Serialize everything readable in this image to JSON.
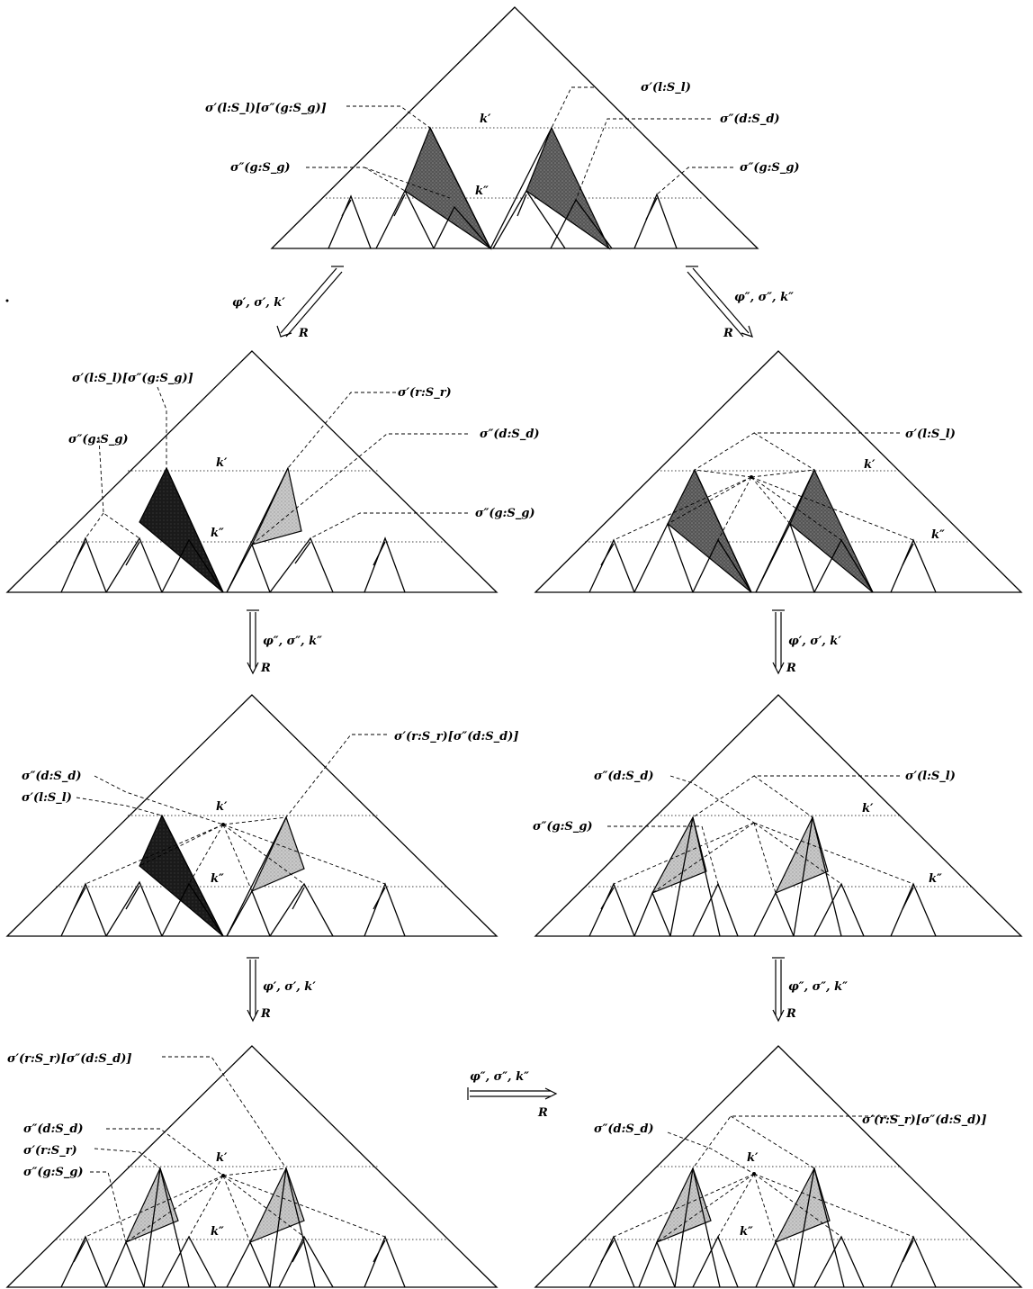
{
  "panels": [
    {
      "id": "p1",
      "k1": "k′",
      "k2": "k″",
      "labels": [
        "σ′(l:S_l)[σ″(g:S_g)]",
        "σ″(g:S_g)",
        "σ′(l:S_l)",
        "σ″(d:S_d)",
        "σ″(g:S_g)"
      ]
    },
    {
      "id": "p2",
      "k1": "k′",
      "k2": "k″",
      "labels": [
        "σ′(l:S_l)[σ″(g:S_g)]",
        "σ″(g:S_g)",
        "σ′(r:S_r)",
        "σ″(d:S_d)",
        "σ″(g:S_g)"
      ]
    },
    {
      "id": "p3",
      "k1": "k′",
      "k2": "k″",
      "labels": [
        "σ′(l:S_l)"
      ]
    },
    {
      "id": "p4",
      "k1": "k′",
      "k2": "k″",
      "labels": [
        "σ′(r:S_r)[σ″(d:S_d)]",
        "σ″(d:S_d)",
        "σ′(l:S_l)"
      ]
    },
    {
      "id": "p5",
      "k1": "k′",
      "k2": "k″",
      "labels": [
        "σ″(d:S_d)",
        "σ′(l:S_l)",
        "σ″(g:S_g)"
      ]
    },
    {
      "id": "p6",
      "k1": "k′",
      "k2": "k″",
      "labels": [
        "σ′(r:S_r)[σ″(d:S_d)]",
        "σ″(d:S_d)",
        "σ′(r:S_r)",
        "σ″(g:S_g)"
      ]
    },
    {
      "id": "p7",
      "k1": "k′",
      "k2": "k″",
      "labels": [
        "σ″(d:S_d)",
        "σ′(r:S_r)[σ″(d:S_d)]"
      ]
    }
  ],
  "arrows": [
    {
      "label": "φ′, σ′, k′",
      "rel": "R"
    },
    {
      "label": "φ″, σ″, k″",
      "rel": "R"
    },
    {
      "label": "φ″, σ″, k″",
      "rel": "R"
    },
    {
      "label": "φ′, σ′, k′",
      "rel": "R"
    },
    {
      "label": "φ′, σ′, k′",
      "rel": "R"
    },
    {
      "label": "φ″, σ″, k″",
      "rel": "R"
    },
    {
      "label": "φ″, σ″, k″",
      "rel": "R"
    }
  ]
}
